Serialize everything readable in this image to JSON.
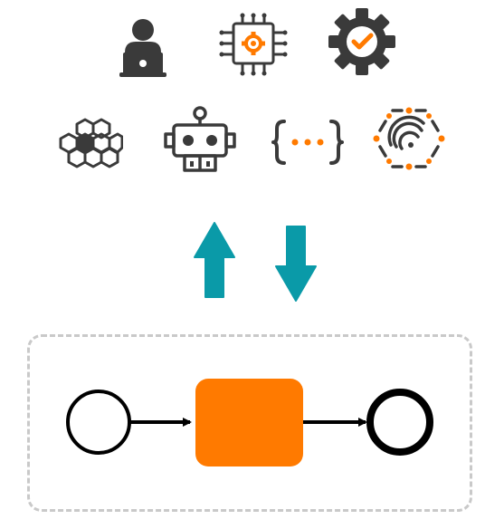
{
  "colors": {
    "icon_dark": "#3a3a3a",
    "accent_orange": "#ff7a00",
    "arrow_teal": "#0a9aa8",
    "frame_dash": "#c9c9c9",
    "flow_black": "#000000",
    "task_fill": "#ff7a00"
  },
  "icons_row1": [
    "person-laptop-icon",
    "cpu-chip-gear-icon",
    "gear-check-icon"
  ],
  "icons_row2": [
    "hexagon-cluster-icon",
    "robot-icon",
    "curly-braces-dots-icon",
    "hexagon-signal-icon"
  ],
  "transfer_arrows": [
    "up-arrow-icon",
    "down-arrow-icon"
  ],
  "process_flow": {
    "elements": [
      "start-event",
      "sequence-flow",
      "task",
      "sequence-flow",
      "end-event"
    ]
  }
}
